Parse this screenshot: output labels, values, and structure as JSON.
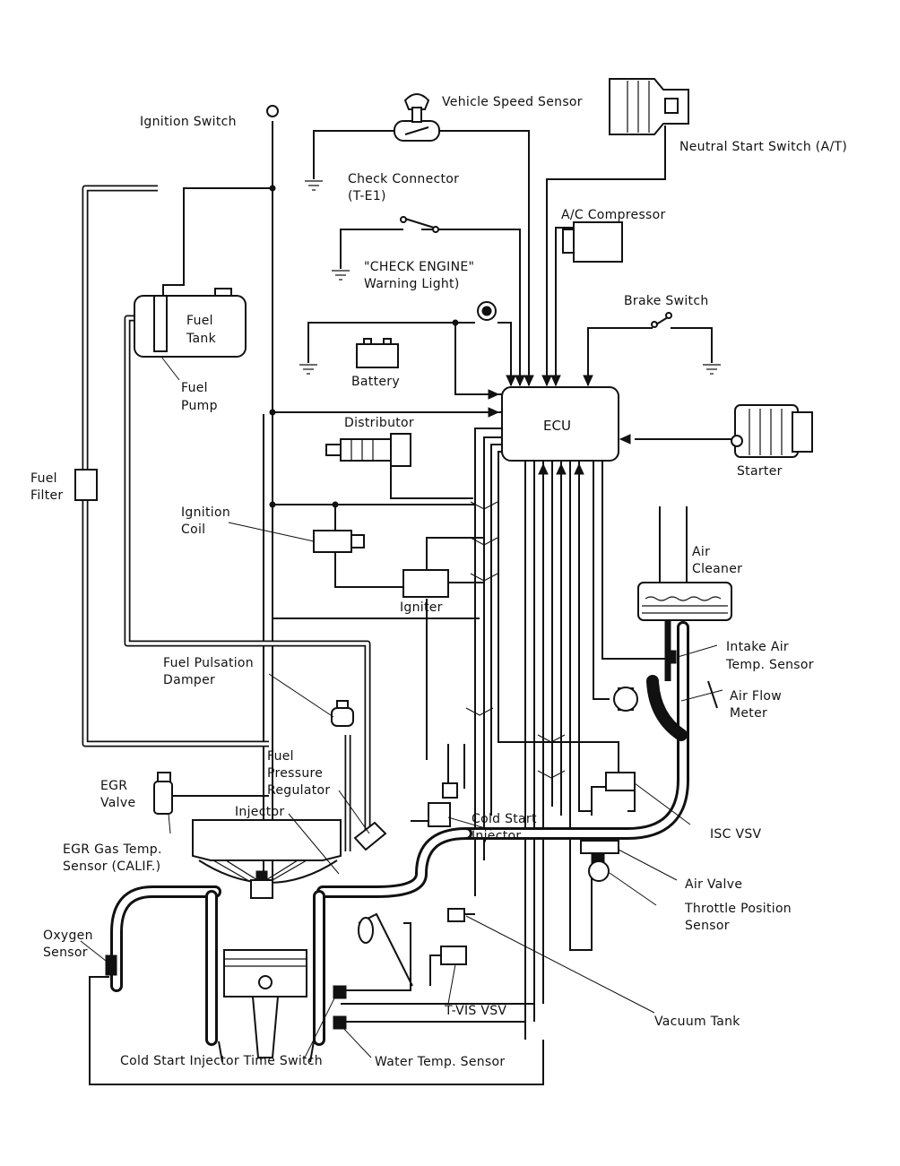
{
  "labels": {
    "ignition_switch": "Ignition Switch",
    "vehicle_speed_sensor": "Vehicle Speed Sensor",
    "neutral_start_switch": "Neutral Start Switch (A/T)",
    "check_connector_1": "Check Connector",
    "check_connector_2": "(T-E1)",
    "ac_compressor": "A/C Compressor",
    "check_engine_1": "\"CHECK ENGINE\"",
    "check_engine_2": "Warning Light)",
    "brake_switch": "Brake Switch",
    "fuel_tank_1": "Fuel",
    "fuel_tank_2": "Tank",
    "fuel_pump_1": "Fuel",
    "fuel_pump_2": "Pump",
    "battery": "Battery",
    "ecu": "ECU",
    "distributor": "Distributor",
    "starter": "Starter",
    "fuel_filter_1": "Fuel",
    "fuel_filter_2": "Filter",
    "ignition_coil_1": "Ignition",
    "ignition_coil_2": "Coil",
    "air_cleaner_1": "Air",
    "air_cleaner_2": "Cleaner",
    "igniter": "Igniter",
    "intake_air_1": "Intake Air",
    "intake_air_2": "Temp. Sensor",
    "fuel_pulsation_1": "Fuel Pulsation",
    "fuel_pulsation_2": "Damper",
    "air_flow_1": "Air Flow",
    "air_flow_2": "Meter",
    "fuel_pressure_1": "Fuel",
    "fuel_pressure_2": "Pressure",
    "fuel_pressure_3": "Regulator",
    "egr_valve_1": "EGR",
    "egr_valve_2": "Valve",
    "injector": "Injector",
    "cold_start_1": "Cold Start",
    "cold_start_2": "Injector",
    "isc_vsv": "ISC VSV",
    "egr_gas_1": "EGR Gas Temp.",
    "egr_gas_2": "Sensor (CALIF.)",
    "air_valve": "Air Valve",
    "throttle_1": "Throttle Position",
    "throttle_2": "Sensor",
    "oxygen_1": "Oxygen",
    "oxygen_2": "Sensor",
    "tvis_vsv": "T-VIS VSV",
    "vacuum_tank": "Vacuum Tank",
    "cold_start_time_switch": "Cold Start Injector Time Switch",
    "water_temp_sensor": "Water Temp. Sensor"
  }
}
